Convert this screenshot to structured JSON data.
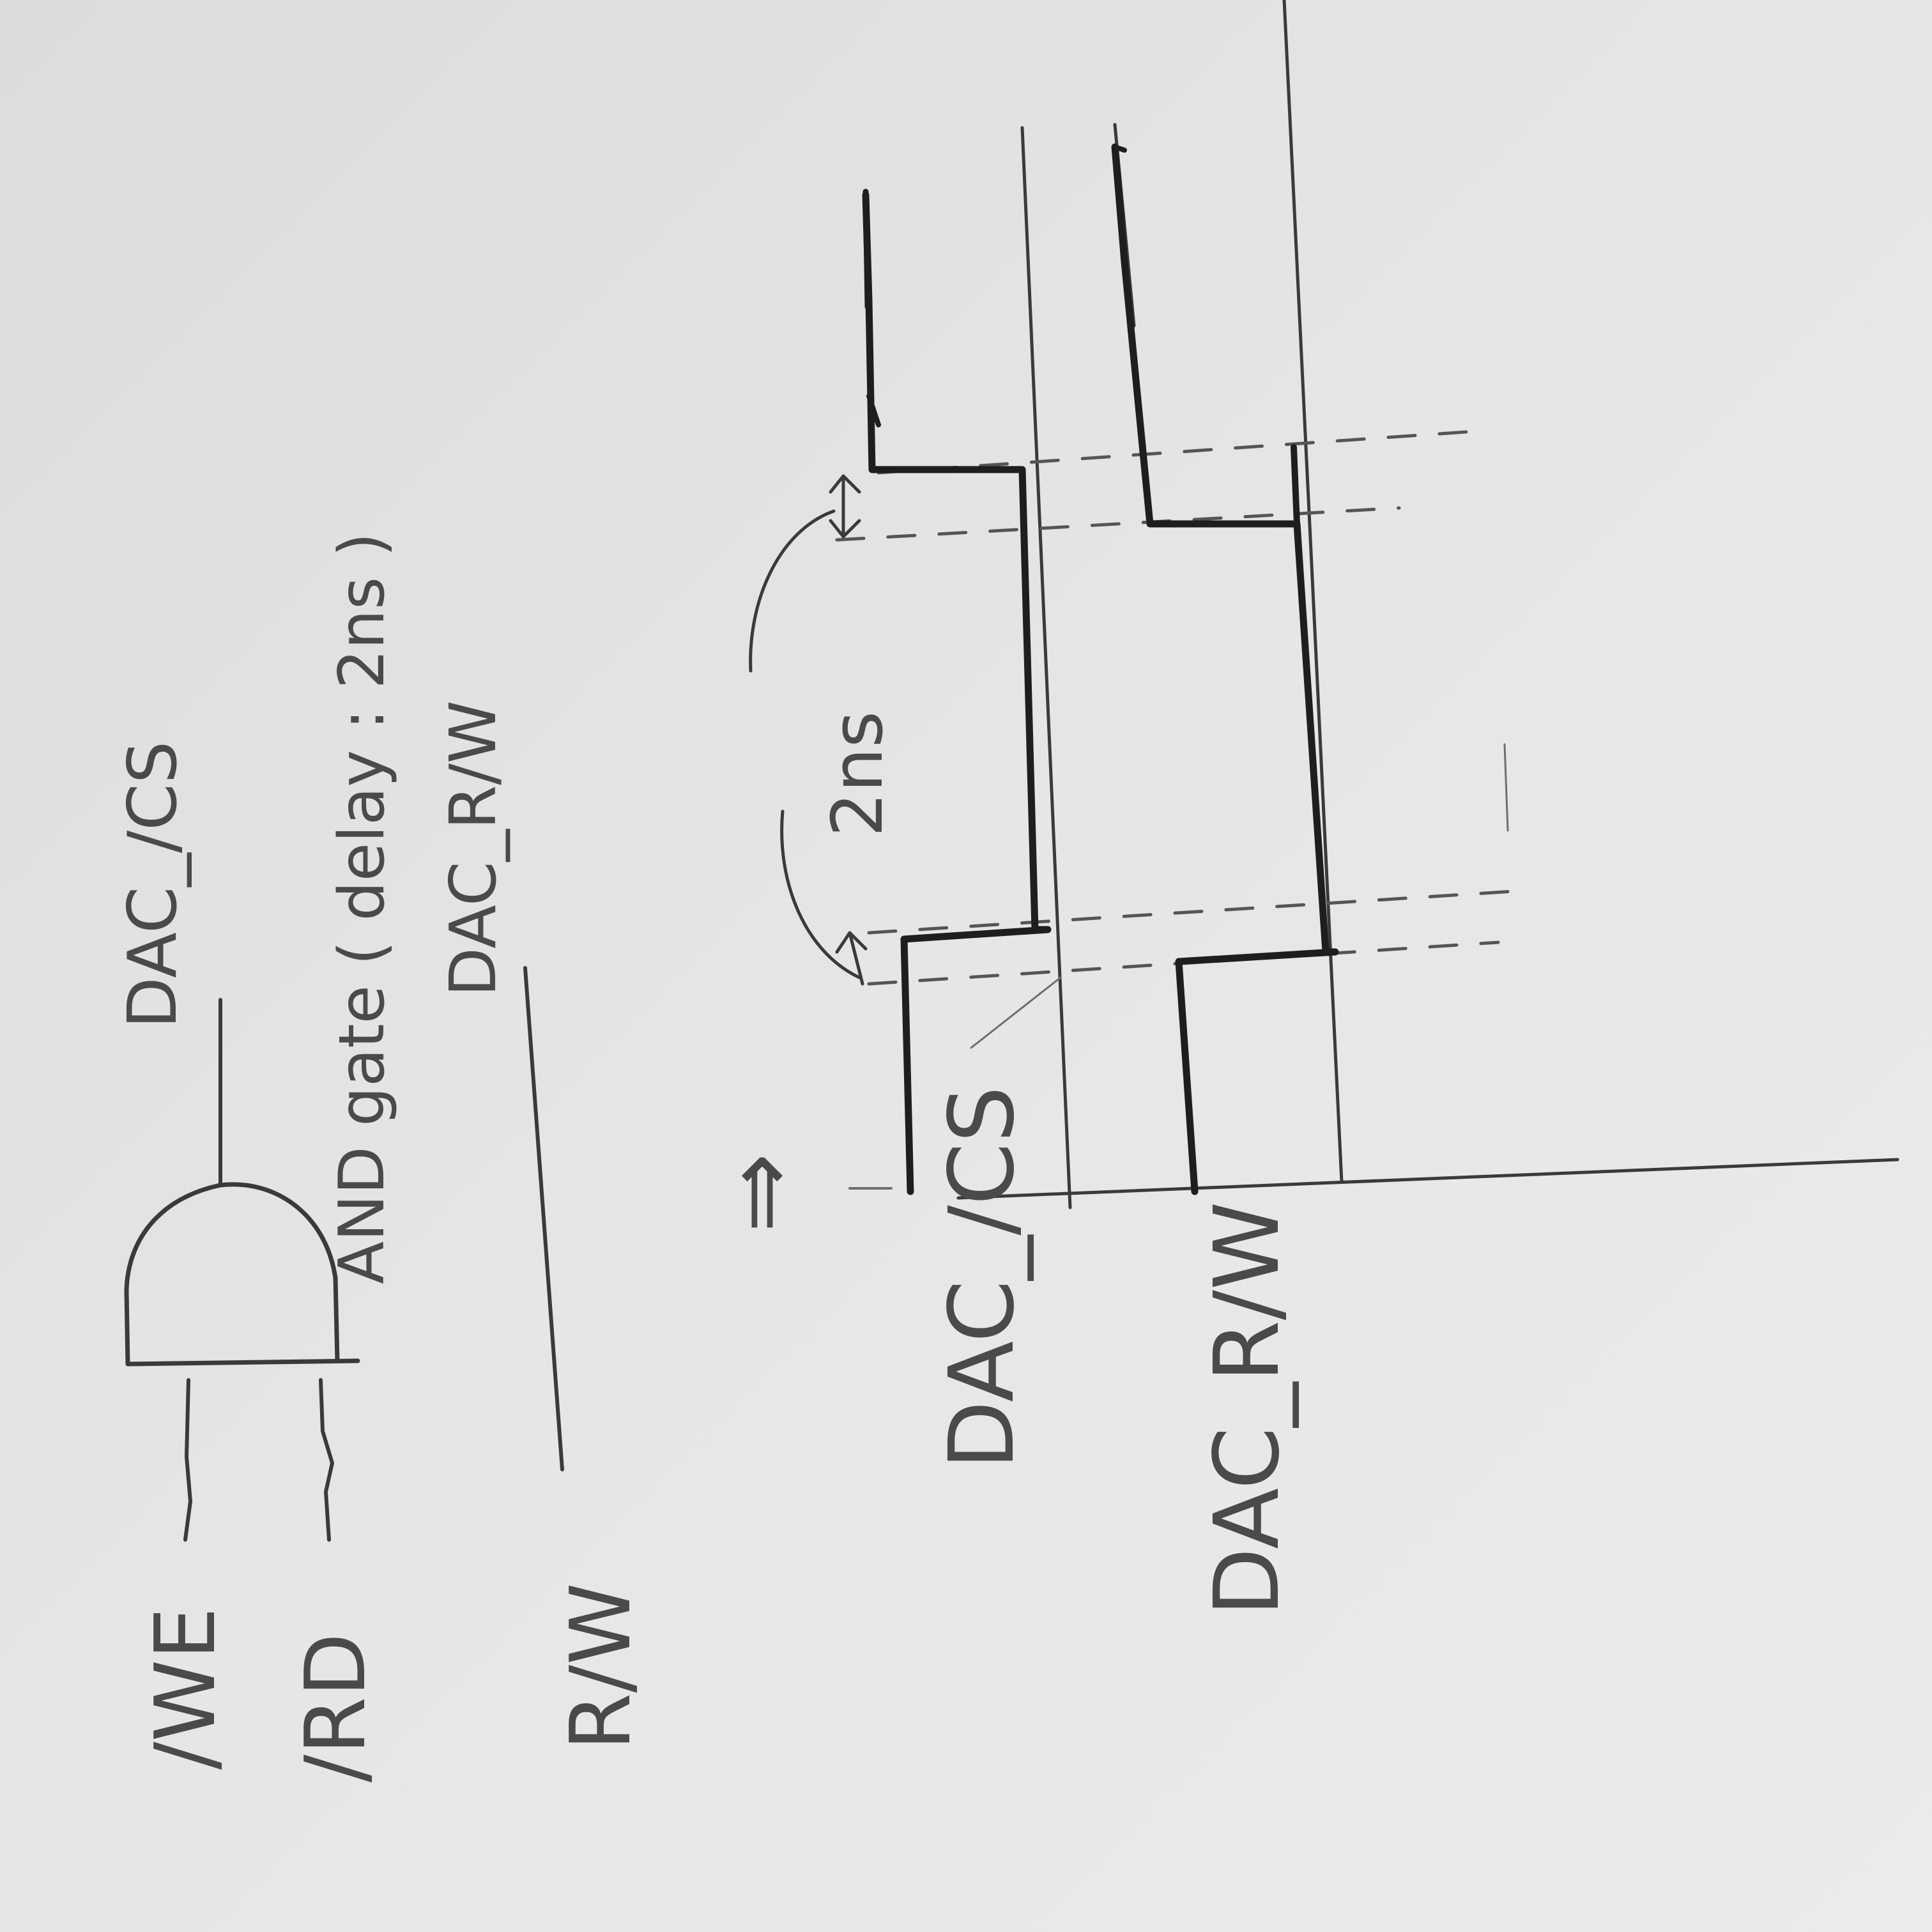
{
  "gate": {
    "inputs": [
      "/WE",
      "/RD"
    ],
    "output": "DAC_/CS",
    "label": "AND gate ( delay : 2ns )"
  },
  "rw": {
    "source": "R/W",
    "target": "DAC_R/W"
  },
  "timing": {
    "implies": "⇒",
    "delay_label": "2ns",
    "signals": [
      "DAC_/CS",
      "DAC_R/W"
    ]
  },
  "colors": {
    "paper": "#e4e4e2",
    "pencil": "#3a3a3a",
    "pen": "#1e1e1e"
  }
}
